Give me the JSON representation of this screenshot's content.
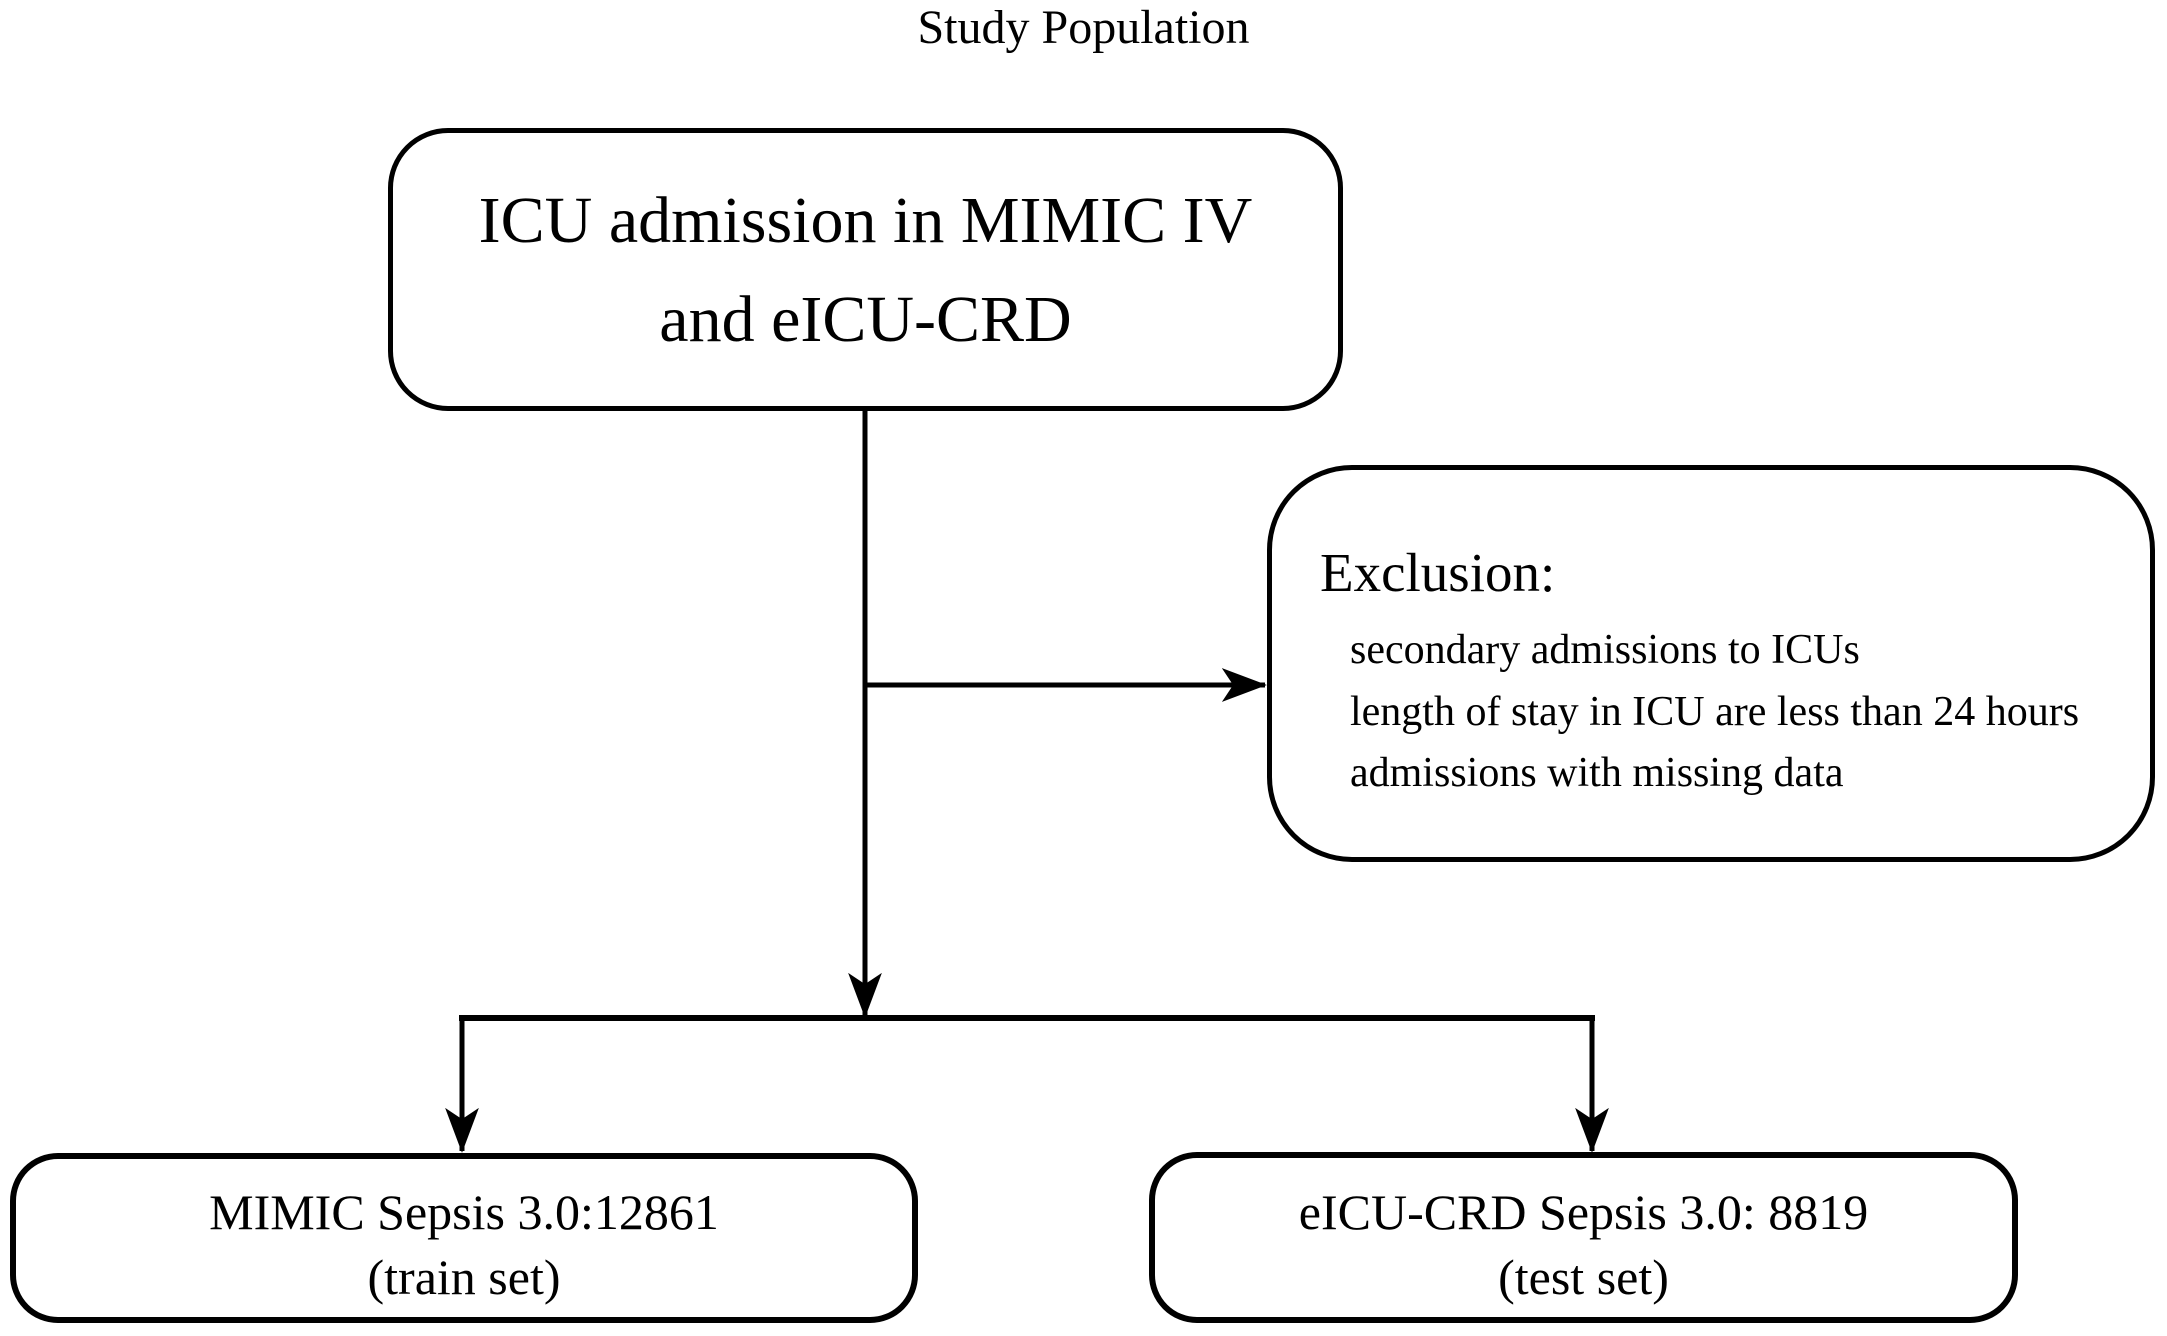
{
  "title": "Study Population",
  "colors": {
    "ink": "#000000",
    "background": "#ffffff"
  },
  "boxes": {
    "source": {
      "line1": "ICU admission in MIMIC IV",
      "line2": "and eICU-CRD"
    },
    "exclusion": {
      "heading": "Exclusion:",
      "items": [
        "secondary admissions to ICUs",
        "length of stay in ICU are less than 24 hours",
        "admissions with missing data"
      ]
    },
    "train": {
      "line1": "MIMIC Sepsis 3.0:12861",
      "line2": "(train set)"
    },
    "test": {
      "line1": "eICU-CRD Sepsis 3.0: 8819",
      "line2": "(test set)"
    }
  }
}
